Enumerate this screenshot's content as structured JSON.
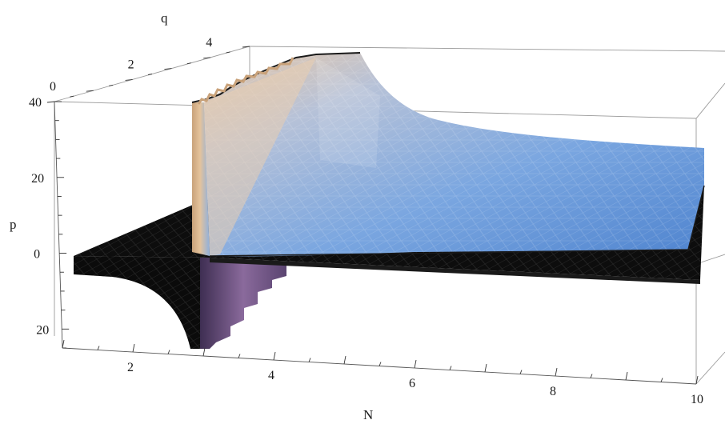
{
  "chart_data": {
    "type": "surface3d",
    "title": "",
    "axes": {
      "N": {
        "label": "N",
        "ticks": [
          2,
          4,
          6,
          8,
          10
        ],
        "range": [
          1,
          10
        ]
      },
      "q": {
        "label": "q",
        "ticks": [
          0,
          2,
          4
        ],
        "range": [
          0,
          5
        ]
      },
      "p": {
        "label": "p",
        "ticks": [
          40,
          20,
          0,
          20
        ],
        "range": [
          -25,
          40
        ]
      }
    },
    "surfaces": [
      {
        "description_id": "upper-sheet",
        "color_low": "#5b8fd6",
        "color_high": "#e6b98a",
        "asymptote_N": 3,
        "plateau_p": 40,
        "far_p": 8
      },
      {
        "description_id": "lower-sheet",
        "color": "#0a0a0a",
        "wall_color": "#7a5a8a",
        "asymptote_N": 3,
        "min_p": -25,
        "far_p": -2
      }
    ]
  }
}
